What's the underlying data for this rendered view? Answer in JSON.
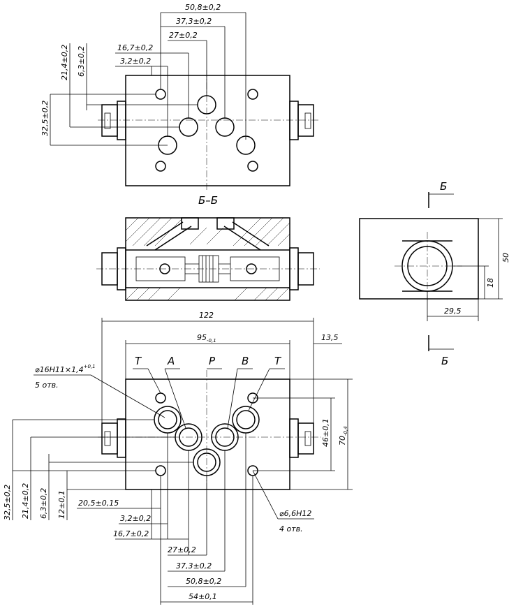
{
  "top_view": {
    "dims": [
      "50,8±0,2",
      "37,3±0,2",
      "27±0,2",
      "16,7±0,2",
      "3,2±0,2",
      "21,4±0,2",
      "6,3±0,2",
      "32,5±0,2"
    ]
  },
  "section": {
    "title": "Б–Б"
  },
  "side_view": {
    "dims": [
      "50",
      "18",
      "29,5"
    ],
    "cut_mark_top": "Б",
    "cut_mark_bottom": "Б"
  },
  "bottom_view": {
    "overall_length": "122",
    "length_95": "95",
    "length_95_tol": "-0,1",
    "offset_13_5": "13,5",
    "port_labels": [
      "T",
      "A",
      "P",
      "B",
      "T"
    ],
    "bore_callout": "⌀16H11×1,4",
    "bore_callout_tol": "+0,1",
    "bore_count": "5 отв.",
    "screw_callout": "⌀6,6H12",
    "screw_count": "4 отв.",
    "width_46": "46±0,1",
    "width_70": "70",
    "width_70_tol": "-0,4",
    "left_dims": [
      "32,5±0,2",
      "21,4±0,2",
      "6,3±0,2",
      "12±0,1"
    ],
    "bottom_dims": [
      "20,5±0,15",
      "3,2±0,2",
      "16,7±0,2",
      "27±0,2",
      "37,3±0,2",
      "50,8±0,2",
      "54±0,1"
    ]
  }
}
